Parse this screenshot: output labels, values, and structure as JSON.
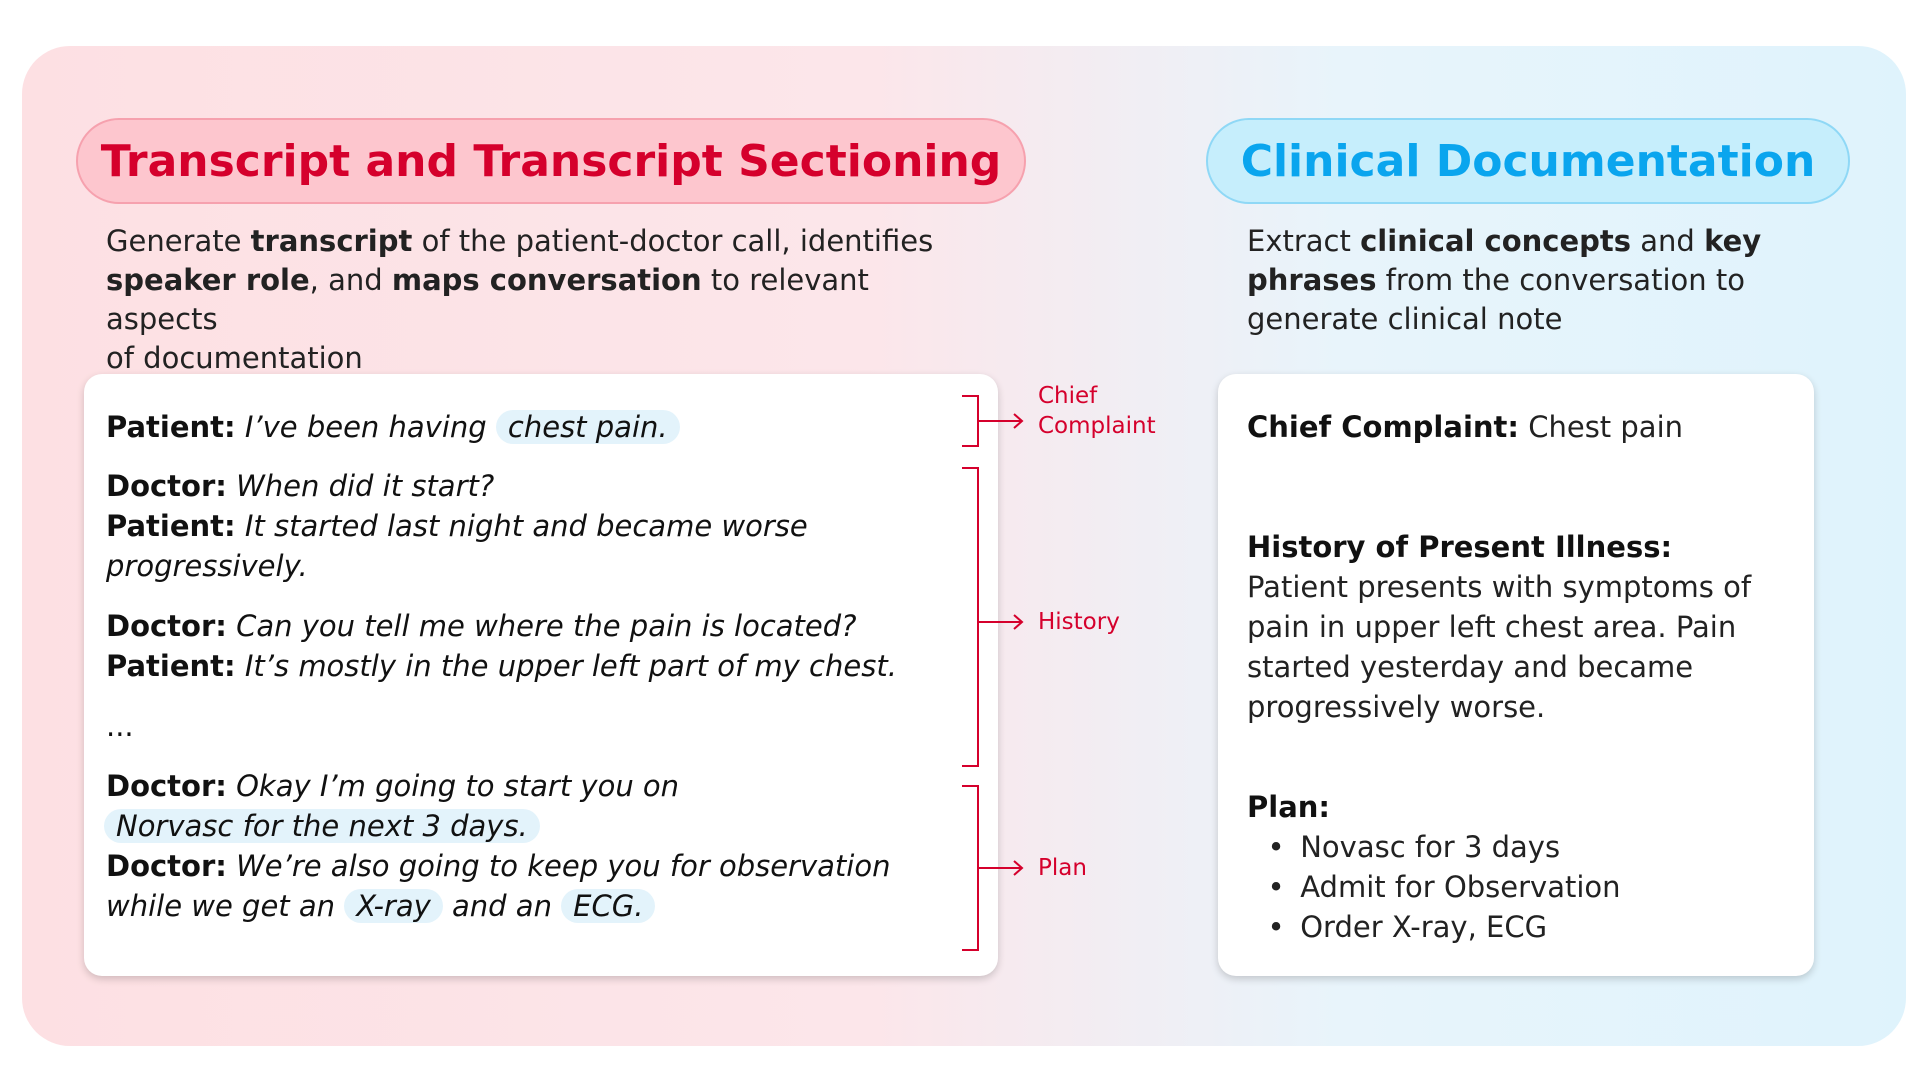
{
  "left_panel": {
    "title": "Transcript and Transcript Sectioning",
    "description": {
      "p1": "Generate ",
      "b1": "transcript",
      "p2": " of the patient-doctor call, identifies",
      "b2": "speaker role",
      "p3": ", and ",
      "b3": "maps conversation",
      "p4": " to relevant aspects",
      "p5": "of documentation"
    },
    "transcript": {
      "l1_speaker": "Patient:",
      "l1_text": "I’ve been having",
      "l1_hl": "chest pain.",
      "l2_speaker": "Doctor:",
      "l2_text": "When did it start?",
      "l3_speaker": "Patient:",
      "l3_text": "It started last night and became worse",
      "l4_text": "progressively.",
      "l5_speaker": "Doctor:",
      "l5_text": "Can you tell me where the pain is located?",
      "l6_speaker": "Patient:",
      "l6_text": "It’s mostly in the upper left part of my chest.",
      "ellipsis": "...",
      "l7_speaker": "Doctor:",
      "l7_text": "Okay I’m going to start you on",
      "l8_hl": "Norvasc for the next 3 days.",
      "l9_speaker": "Doctor:",
      "l9_text": "We’re also going to keep you for observation",
      "l10_text_a": "while we get an",
      "l10_hl_a": "X-ray",
      "l10_text_b": "and an",
      "l10_hl_b": "ECG."
    },
    "sections": {
      "chief_line1": "Chief",
      "chief_line2": "Complaint",
      "history": "History",
      "plan": "Plan"
    }
  },
  "right_panel": {
    "title": "Clinical Documentation",
    "description": {
      "p1": "Extract ",
      "b1": "clinical concepts",
      "p2": " and ",
      "b2": "key",
      "b3": "phrases",
      "p3": " from the conversation to",
      "p4": "generate clinical note"
    },
    "note": {
      "cc_label": "Chief Complaint:",
      "cc_value": "Chest pain",
      "hpi_label": "History of Present Illness:",
      "hpi_lines": [
        "Patient presents with symptoms of",
        "pain in upper left chest area. Pain",
        "started yesterday and became",
        "progressively worse."
      ],
      "plan_label": "Plan:",
      "plan_items": [
        "Novasc for 3 days",
        "Admit for Observation",
        "Order X-ray, ECG"
      ]
    }
  },
  "colors": {
    "left_accent": "#d5002c",
    "right_accent": "#0aa5ee",
    "highlight": "#e3f3fb"
  }
}
